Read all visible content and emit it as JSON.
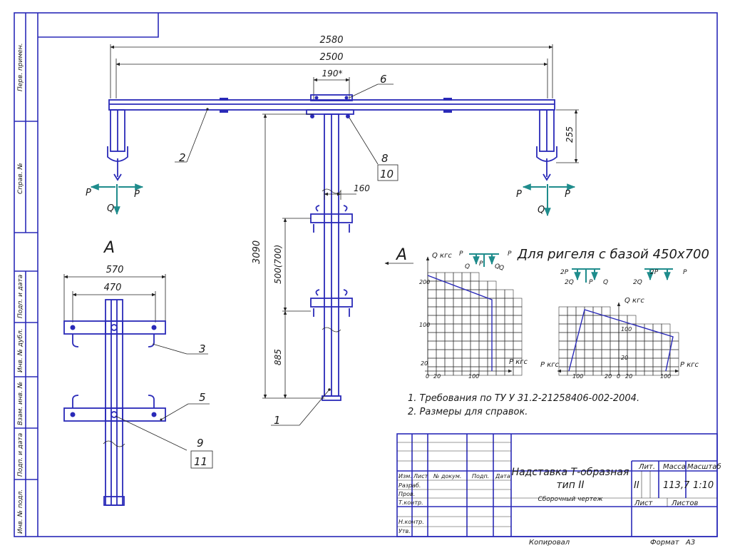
{
  "margin_labels": [
    "Перв. примен.",
    "Справ. №",
    "Подп. и дата",
    "Инв. № дубл.",
    "Взам. инв. №",
    "Подп. и дата",
    "Инв. № подл."
  ],
  "dimensions": {
    "overall_width": "2580",
    "hook_span": "2500",
    "flange": "190*",
    "hook_height": "255",
    "stem_width": "160",
    "total_height": "3090",
    "bracket_gap": "500(700)",
    "bottom": "885"
  },
  "callouts": {
    "c1": "1",
    "c2": "2",
    "c3": "3",
    "c5": "5",
    "c6": "6",
    "c8": "8",
    "c9": "9",
    "c10": "10",
    "c11": "11"
  },
  "loads": {
    "p": "P",
    "q": "Q"
  },
  "view_a": {
    "label": "А",
    "width_outer": "570",
    "width_inner": "470"
  },
  "section_arrow": "А",
  "diagram": {
    "title": "Для ригеля с базой 450х700",
    "left": {
      "yaxis": "Q кгс",
      "xaxis": "Р кгс",
      "y_ticks": [
        "200",
        "100",
        "20"
      ],
      "x_ticks": [
        "0",
        "20",
        "100"
      ],
      "scheme": [
        "P",
        "Q",
        "P",
        "Q",
        "P",
        "Q"
      ]
    },
    "right": {
      "yaxis": "Q кгс",
      "xaxis_left": "Р кгс",
      "xaxis_right": "Р кгс",
      "y_ticks": [
        "100",
        "20"
      ],
      "x_ticks": [
        "100",
        "20",
        "0",
        "20",
        "100"
      ],
      "scheme_a": [
        "2P",
        "2Q",
        "P",
        "Q"
      ],
      "scheme_b": [
        "2Q",
        "2P",
        "P"
      ]
    }
  },
  "notes": [
    "1. Требования по ТУ У 31.2-21258406-002-2004.",
    "2. Размеры для справок."
  ],
  "title_block": {
    "columns": [
      "Изм.",
      "Лист",
      "№ докум.",
      "Подп.",
      "Дата"
    ],
    "roles": [
      "Разраб.",
      "Пров.",
      "Т.контр.",
      "Н.контр.",
      "Утв."
    ],
    "name_line1": "Надставка Т-образная",
    "name_line2": "тип II",
    "doc_type": "Сборочный чертеж",
    "lit_label": "Лит.",
    "mass_label": "Масса",
    "scale_label": "Масштаб",
    "lit_value": "II",
    "mass_value": "113,7",
    "scale_value": "1:10",
    "sheet_label": "Лист",
    "sheets_label": "Листов",
    "copied": "Копировал",
    "format_label": "Формат",
    "format_value": "А3"
  }
}
